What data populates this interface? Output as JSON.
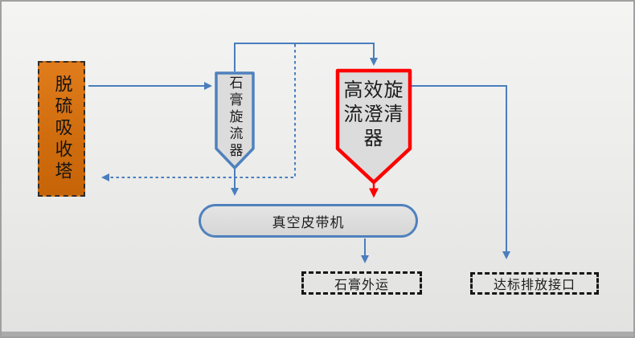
{
  "diagram": {
    "nodes": {
      "tower": {
        "label": "脱硫吸收塔",
        "shape": "rect-dashed",
        "fill": "#D06D0E",
        "border": "#2E2E2E"
      },
      "gypsum_cyclone": {
        "label": "石膏旋流器",
        "shape": "funnel",
        "fill": "#DCDCDC",
        "border": "#4F81BD"
      },
      "clarifier": {
        "label": "高效旋流澄清器",
        "shape": "funnel",
        "fill": "#DCDCDC",
        "border": "#FE0000"
      },
      "vacuum_belt": {
        "label": "真空皮带机",
        "shape": "stadium",
        "fill": "#DCDCDC",
        "border": "#4F81BD"
      },
      "gypsum_out": {
        "label": "石膏外运",
        "shape": "rect-dashed",
        "fill": "#E4E4E3",
        "border": "#161616"
      },
      "discharge": {
        "label": "达标排放接口",
        "shape": "rect-dashed",
        "fill": "#E4E4E3",
        "border": "#161616"
      }
    },
    "edges": [
      {
        "from": "tower",
        "to": "gypsum_cyclone",
        "style": "solid",
        "color": "#4A7EBC"
      },
      {
        "from": "gypsum_cyclone",
        "to": "clarifier",
        "style": "solid",
        "color": "#4A7EBC"
      },
      {
        "from": "gypsum_cyclone_overflow_line",
        "to": "tower",
        "style": "dashed",
        "color": "#4A7EBC"
      },
      {
        "from": "gypsum_cyclone",
        "to": "vacuum_belt",
        "style": "solid",
        "color": "#4A7EBC"
      },
      {
        "from": "clarifier",
        "to": "vacuum_belt",
        "style": "solid",
        "color": "#FE0000"
      },
      {
        "from": "vacuum_belt",
        "to": "gypsum_out",
        "style": "solid",
        "color": "#4A7EBC"
      },
      {
        "from": "clarifier",
        "to": "discharge",
        "style": "solid",
        "color": "#4A7EBC"
      }
    ],
    "colors": {
      "line_blue": "#4A7EBC",
      "line_red": "#FE0000",
      "canvas_border": "#A0A0A0",
      "bottom_bar": "#ABABAB"
    }
  }
}
